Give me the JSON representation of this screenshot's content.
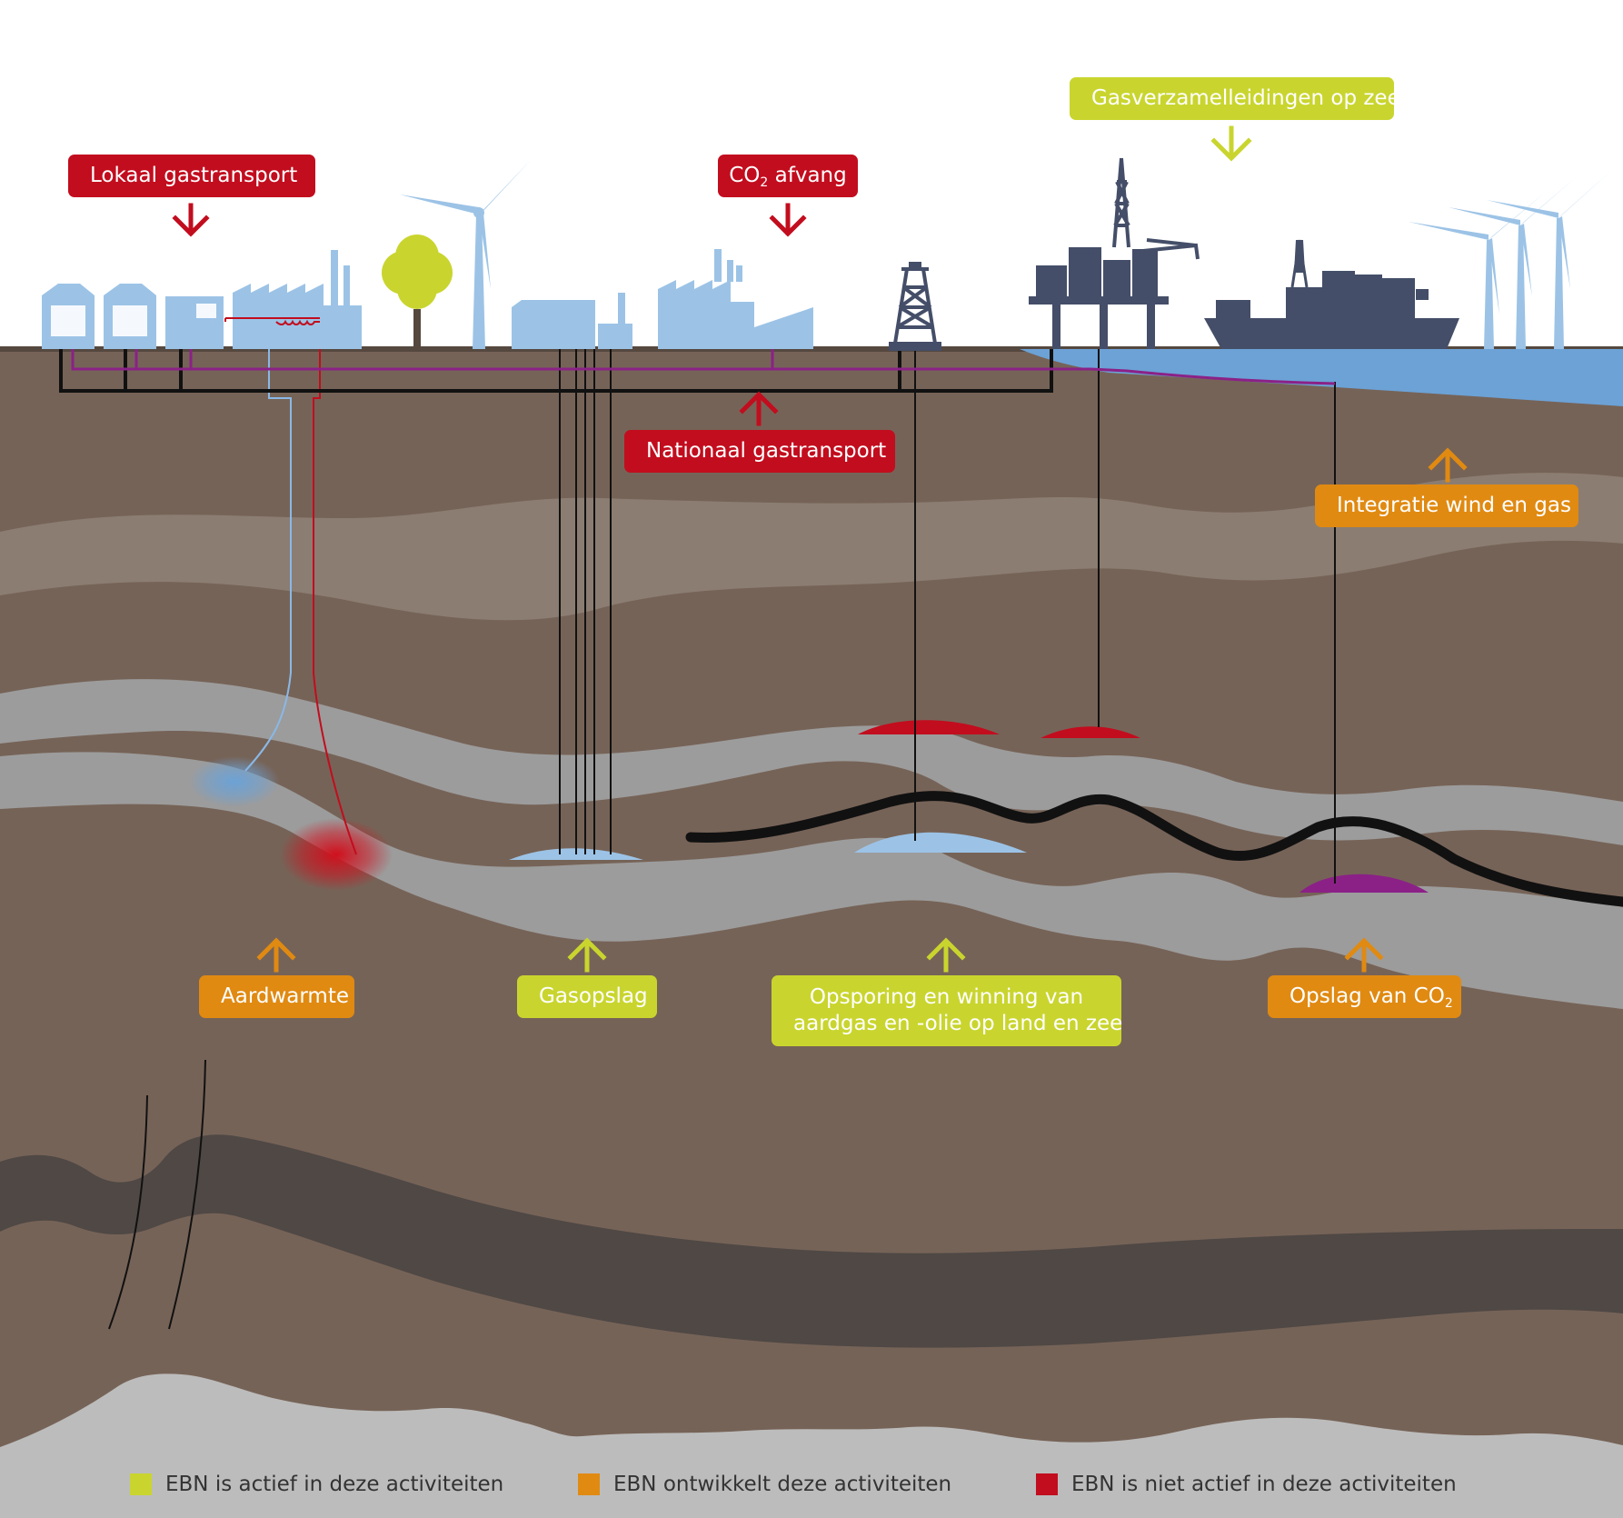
{
  "labels": {
    "lokaal_gastransport": "Lokaal gastransport",
    "co2_afvang": {
      "pre": "CO",
      "sub": "2",
      "post": " afvang"
    },
    "gasverzamelleidingen": "Gasverzamelleidingen op zee",
    "nationaal_gastransport": "Nationaal gastransport",
    "integratie_wind_gas": "Integratie wind en gas",
    "aardwarmte": "Aardwarmte",
    "gasopslag": "Gasopslag",
    "opsporing_line1": "Opsporing en winning van",
    "opsporing_line2": "aardgas en -olie op land en zee",
    "opslag_co2": {
      "pre": "Opslag van CO",
      "sub": "2"
    }
  },
  "legend": [
    {
      "label": "EBN is actief in deze activiteiten",
      "color": "#c9d52e"
    },
    {
      "label": "EBN ontwikkelt deze activiteiten",
      "color": "#e08a12"
    },
    {
      "label": "EBN is niet actief in deze activiteiten",
      "color": "#c20d1e"
    }
  ],
  "colors": {
    "active": "#c9d52e",
    "developing": "#e08a12",
    "not_active": "#c20d1e",
    "ground": "#766357",
    "light_stratum": "#8b7d72",
    "gray_stratum": "#9c9c9c",
    "dark_stratum": "#4f4845",
    "basement": "#bcbcbc",
    "sea": "#6ca2d6",
    "buildings": "#9cc3e6",
    "offshore": "#444e68",
    "gas_pocket": "#9cc3e6",
    "co2_pocket": "#8b2187",
    "pipeline": "#8b2187"
  }
}
